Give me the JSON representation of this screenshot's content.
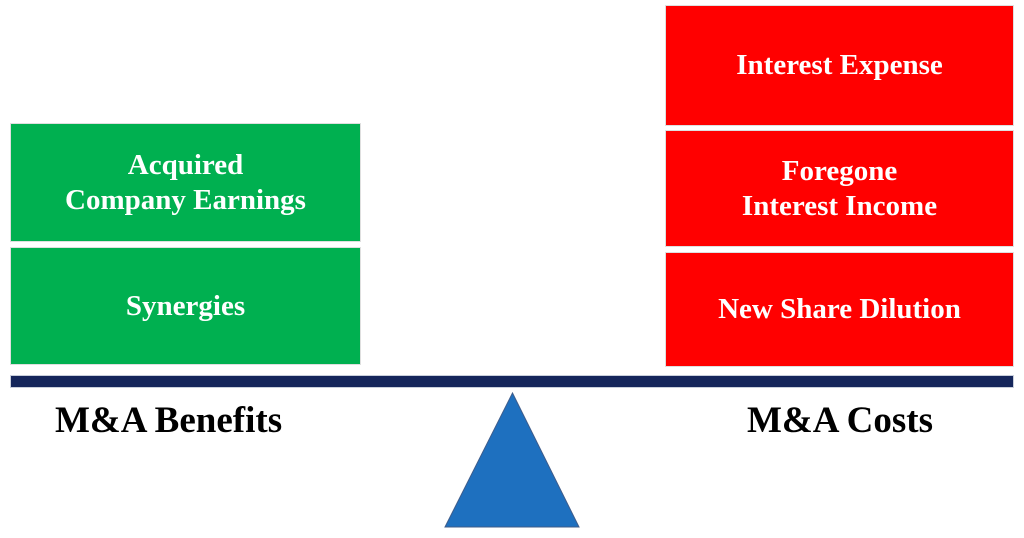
{
  "diagram": {
    "benefits": {
      "label": "M&A Benefits",
      "items": [
        "Acquired\nCompany Earnings",
        "Synergies"
      ]
    },
    "costs": {
      "label": "M&A Costs",
      "items": [
        "Interest Expense",
        "Foregone\nInterest Income",
        "New Share Dilution"
      ]
    },
    "icons": {
      "fulcrum": "triangle-up-icon"
    },
    "colors": {
      "benefit_box": "#00B050",
      "cost_box": "#FF0000",
      "beam": "#15265B",
      "fulcrum": "#1E70BF",
      "box_text": "#FFFFFF",
      "label_text": "#000000"
    }
  }
}
